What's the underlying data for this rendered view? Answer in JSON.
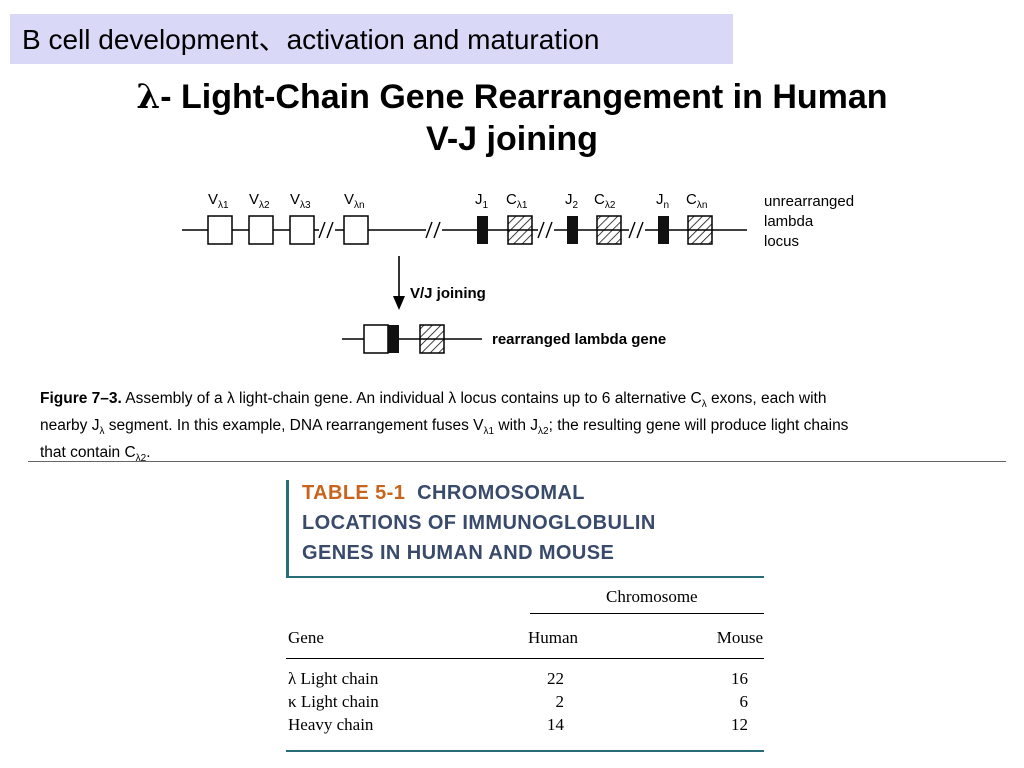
{
  "header": {
    "topic": "B cell development、activation and maturation",
    "title_symbol": "λ",
    "title_line1_rest": "- Light-Chain Gene Rearrangement in Human",
    "title_line2": "V-J joining"
  },
  "figure": {
    "locus_segments": {
      "v1": "V",
      "v1_sub": "λ1",
      "v2": "V",
      "v2_sub": "λ2",
      "v3": "V",
      "v3_sub": "λ3",
      "vn": "V",
      "vn_sub": "λn",
      "j1": "J",
      "j1_sub": "1",
      "c1": "C",
      "c1_sub": "λ1",
      "j2": "J",
      "j2_sub": "2",
      "c2": "C",
      "c2_sub": "λ2",
      "jn": "J",
      "jn_sub": "n",
      "cn": "C",
      "cn_sub": "λn"
    },
    "locus_label": [
      "unrearranged",
      "lambda",
      "locus"
    ],
    "arrow_label": "V/J joining",
    "rearranged_label": "rearranged lambda gene",
    "caption": {
      "label": "Figure 7–3.",
      "line1": "Assembly of a λ light-chain gene. An individual λ locus contains up to 6 alternative C",
      "line1_sub": "λ",
      "line1_end": " exons, each with",
      "line2_a": "nearby J",
      "line2_sub1": "λ",
      "line2_b": " segment. In this example, DNA rearrangement fuses V",
      "line2_sub2": "λ1",
      "line2_c": " with J",
      "line2_sub3": "λ2",
      "line2_d": "; the resulting gene will produce light chains",
      "line3_a": "that contain C",
      "line3_sub": "λ2",
      "line3_b": "."
    }
  },
  "table": {
    "title_label": "TABLE 5-1",
    "title_line1": "CHROMOSOMAL",
    "title_line2": "LOCATIONS OF IMMUNOGLOBULIN",
    "title_line3": "GENES IN HUMAN AND MOUSE",
    "group_header": "Chromosome",
    "col_gene": "Gene",
    "col_human": "Human",
    "col_mouse": "Mouse",
    "rows": [
      {
        "gene": "λ Light chain",
        "human": "22",
        "mouse": "16"
      },
      {
        "gene": "κ Light chain",
        "human": "2",
        "mouse": "6"
      },
      {
        "gene": "Heavy chain",
        "human": "14",
        "mouse": "12"
      }
    ],
    "accent_color": "#2a6b7a",
    "label_color": "#c8641e",
    "title_color": "#3a4a6b"
  },
  "colors": {
    "topic_background": "#d9d9f7"
  }
}
